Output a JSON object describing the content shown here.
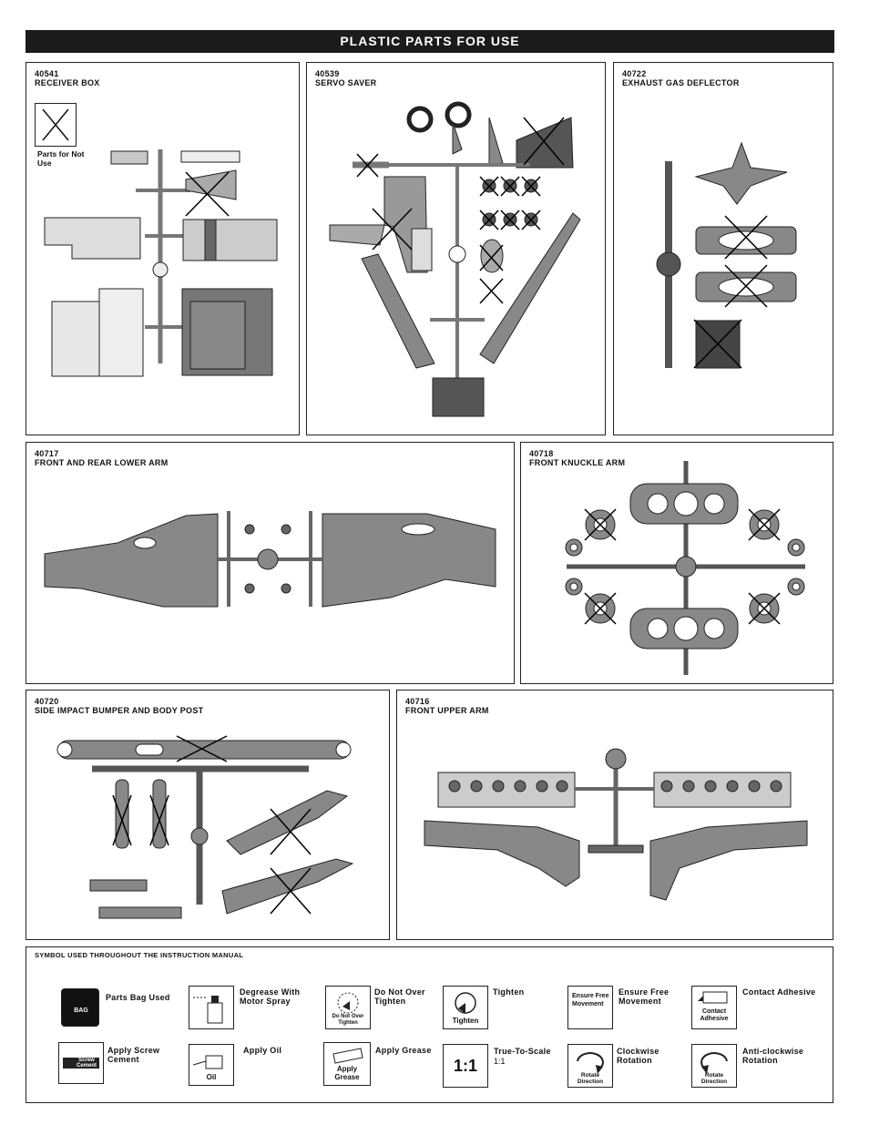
{
  "header": {
    "title": "PLASTIC PARTS FOR USE"
  },
  "panels": {
    "receiver_box": {
      "code": "40541",
      "name": "RECEIVER BOX",
      "not_use_label": "Parts for Not Use"
    },
    "servo_saver": {
      "code": "40539",
      "name": "SERVO SAVER"
    },
    "exhaust": {
      "code": "40722",
      "name": "EXHAUST GAS DEFLECTOR"
    },
    "lower_arm": {
      "code": "40717",
      "name": "FRONT AND REAR LOWER ARM"
    },
    "knuckle": {
      "code": "40718",
      "name": "FRONT KNUCKLE ARM"
    },
    "bumper": {
      "code": "40720",
      "name": "SIDE IMPACT BUMPER AND BODY POST"
    },
    "upper_arm": {
      "code": "40716",
      "name": "FRONT UPPER ARM"
    }
  },
  "symbols": {
    "title": "SYMBOL USED THROUGHOUT THE INSTRUCTION MANUAL",
    "items": [
      {
        "label": "Parts Bag Used",
        "icon_text": "BAG",
        "icon": "bag-icon"
      },
      {
        "label": "Degrease With Motor Spray",
        "icon": "spray-can-icon"
      },
      {
        "label": "Do Not Over Tighten",
        "icon_text": "Do Not Over Tighten",
        "icon": "do-not-over-tighten-icon"
      },
      {
        "label": "Tighten",
        "icon_text": "Tighten",
        "icon": "tighten-icon"
      },
      {
        "label": "Ensure Free Movement",
        "icon_text": "Ensure Free Movement",
        "icon": "free-movement-icon"
      },
      {
        "label": "Contact Adhesive",
        "icon_text": "Contact Adhesive",
        "icon": "adhesive-tube-icon"
      },
      {
        "label": "Apply Screw Cement",
        "icon_text": "Screw Cement",
        "icon": "screw-cement-icon"
      },
      {
        "label": "Apply Oil",
        "icon_text": "Oil",
        "icon": "oil-can-icon"
      },
      {
        "label": "Apply Grease",
        "icon_text": "Apply Grease",
        "icon": "grease-tube-icon"
      },
      {
        "label": "True-To-Scale",
        "sub": "1:1",
        "icon_text": "1:1",
        "icon": "scale-icon"
      },
      {
        "label": "Clockwise Rotation",
        "icon_text": "Rotate Direction",
        "icon": "clockwise-rotation-icon"
      },
      {
        "label": "Anti-clockwise Rotation",
        "icon_text": "Rotate Direction",
        "icon": "anticlockwise-rotation-icon"
      }
    ]
  }
}
